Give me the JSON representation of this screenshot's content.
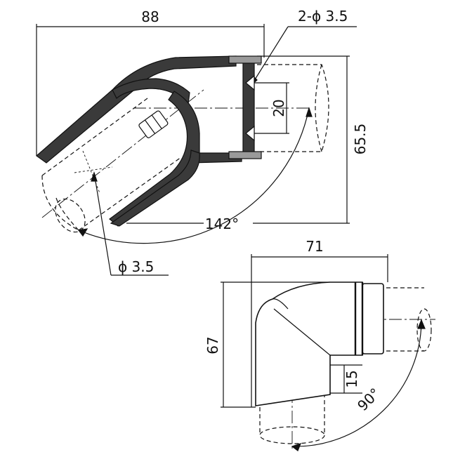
{
  "top_view": {
    "width_label": "88",
    "hole_label": "2-ϕ 3.5",
    "spacing_label": "20",
    "height_label": "65.5",
    "angle_label": "142°",
    "pipe_hole_label": "ϕ 3.5"
  },
  "bottom_view": {
    "width_label": "71",
    "height_label": "67",
    "offset_label": "15",
    "angle_label": "90°"
  },
  "colors": {
    "line": "#111111",
    "fitting_dark": "#3a3a3a",
    "fitting_gray": "#8c8c8c",
    "hidden": "#222222"
  }
}
